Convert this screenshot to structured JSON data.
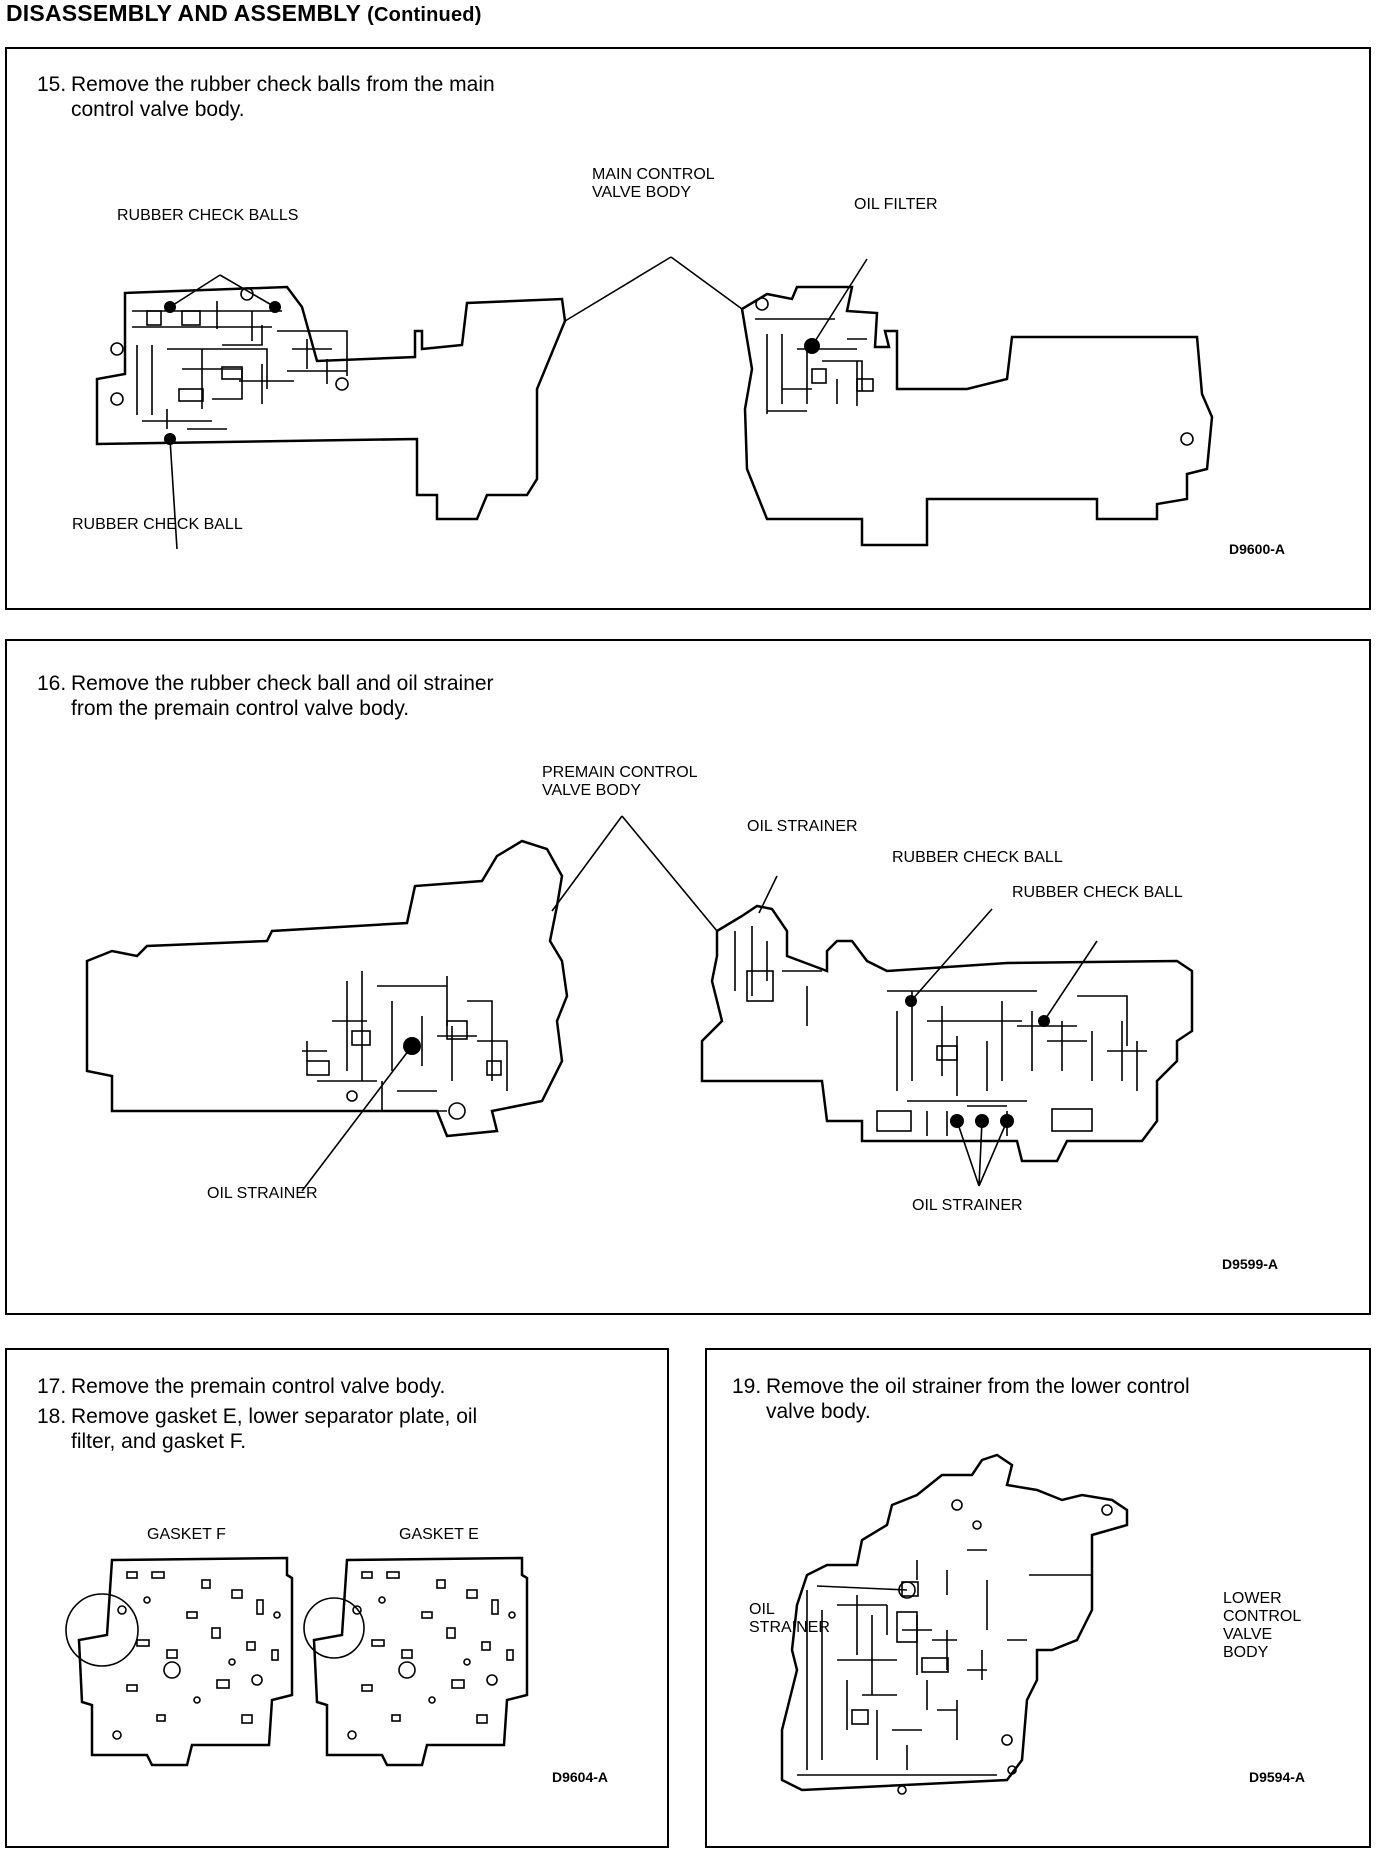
{
  "header": {
    "title": "DISASSEMBLY AND ASSEMBLY",
    "subtitle": "(Continued)"
  },
  "panel1": {
    "step_number": "15.",
    "step_line1": "Remove the rubber check balls from the main",
    "step_line2": "control valve body.",
    "label_rubber_check_balls": "RUBBER CHECK BALLS",
    "label_main_control_line1": "MAIN CONTROL",
    "label_main_control_line2": "VALVE BODY",
    "label_oil_filter": "OIL FILTER",
    "label_rubber_check_ball": "RUBBER CHECK BALL",
    "figure_id": "D9600-A"
  },
  "panel2": {
    "step_number": "16.",
    "step_line1": "Remove the rubber check ball and oil strainer",
    "step_line2": "from the premain control valve body.",
    "label_premain_line1": "PREMAIN CONTROL",
    "label_premain_line2": "VALVE BODY",
    "label_oil_strainer_top": "OIL STRAINER",
    "label_rubber_check_ball_1": "RUBBER CHECK BALL",
    "label_rubber_check_ball_2": "RUBBER CHECK BALL",
    "label_oil_strainer_left": "OIL STRAINER",
    "label_oil_strainer_bottom": "OIL STRAINER",
    "figure_id": "D9599-A"
  },
  "panel3": {
    "step17_number": "17.",
    "step17_text": "Remove the premain control valve body.",
    "step18_number": "18.",
    "step18_line1": "Remove gasket E, lower separator plate, oil",
    "step18_line2": "filter, and gasket F.",
    "label_gasket_f": "GASKET F",
    "label_gasket_e": "GASKET E",
    "figure_id": "D9604-A"
  },
  "panel4": {
    "step_number": "19.",
    "step_line1": "Remove the oil strainer from the lower control",
    "step_line2": "valve body.",
    "label_oil_line1": "OIL",
    "label_oil_line2": "STRAINER",
    "label_lower_line1": "LOWER",
    "label_lower_line2": "CONTROL",
    "label_lower_line3": "VALVE",
    "label_lower_line4": "BODY",
    "figure_id": "D9594-A"
  }
}
